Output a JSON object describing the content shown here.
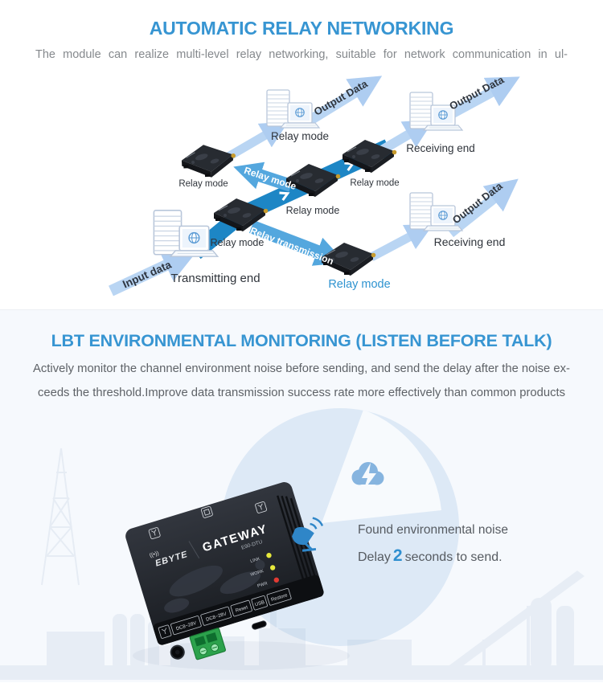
{
  "section_relay": {
    "title": "AUTOMATIC RELAY NETWORKING",
    "subtitle": "The module can realize multi-level relay networking, suitable for network communication in ul-",
    "labels": {
      "input_data": "Input data",
      "output_data": "Output Data",
      "relay_mode": "Relay mode",
      "relay_transmission": "Relay transmission",
      "transmitting_end": "Transmitting end",
      "receiving_end": "Receiving end"
    }
  },
  "section_lbt": {
    "title": "LBT ENVIRONMENTAL MONITORING (LISTEN BEFORE TALK)",
    "body_line1": "Actively monitor the channel environment noise before sending, and send the delay after the noise ex-",
    "body_line2": "ceeds the threshold.Improve data transmission success rate more effectively than common products",
    "callout": {
      "found": "Found environmental noise",
      "delay_prefix": "Delay",
      "delay_value": "2",
      "delay_suffix": "seconds to send."
    },
    "device": {
      "radio_mark": "((•))",
      "brand": "EBYTE",
      "product": "GATEWAY",
      "model": "E90-DTU",
      "led_labels": [
        "LINK",
        "WORK",
        "PWR"
      ],
      "port_labels": [
        "DC8~28V",
        "DC8~28V",
        "Reset",
        "USB",
        "Restore"
      ]
    }
  },
  "colors": {
    "accent_blue": "#3795d2",
    "band_blue": "#1d86c5",
    "arrow_light": "#b9d5f3",
    "arrow_medium": "#54a7de",
    "relay_mode_highlight": "#2e93d0",
    "led_yellow": "#e6e83c",
    "led_red": "#e23b33",
    "terminal_green": "#2ca24c"
  }
}
